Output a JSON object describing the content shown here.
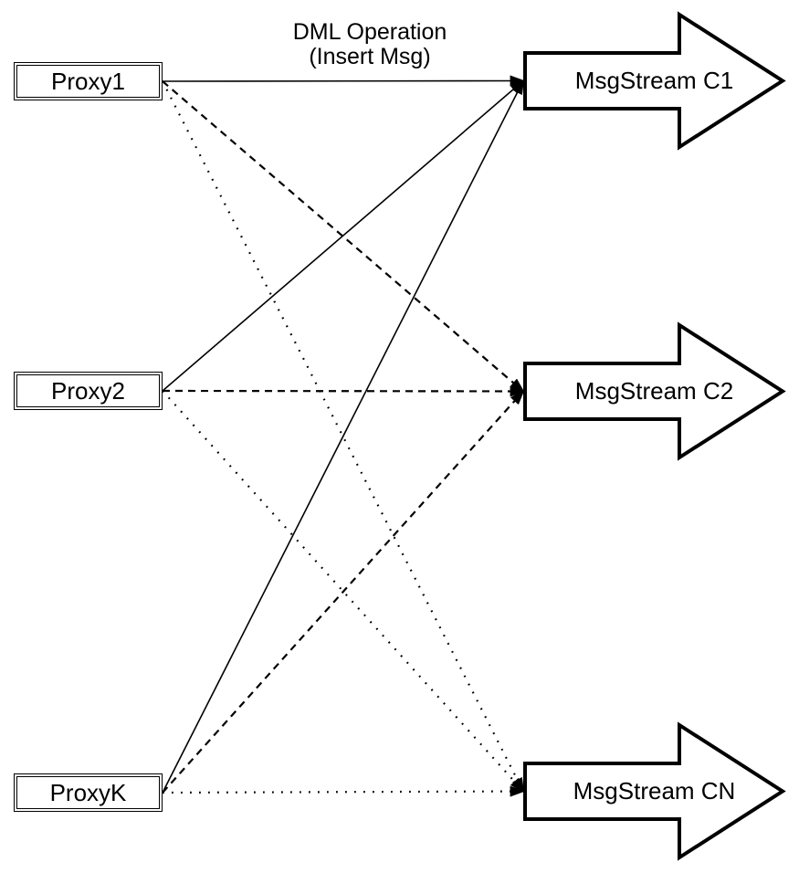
{
  "title": {
    "line1": "DML Operation",
    "line2": "(Insert Msg)"
  },
  "proxies": [
    {
      "id": "proxy1",
      "label": "Proxy1"
    },
    {
      "id": "proxy2",
      "label": "Proxy2"
    },
    {
      "id": "proxyk",
      "label": "ProxyK"
    }
  ],
  "streams": [
    {
      "id": "c1",
      "label": "MsgStream C1"
    },
    {
      "id": "c2",
      "label": "MsgStream C2"
    },
    {
      "id": "cn",
      "label": "MsgStream CN"
    }
  ],
  "connections": [
    {
      "from": "proxy1",
      "to": "c1",
      "style": "solid"
    },
    {
      "from": "proxy1",
      "to": "c2",
      "style": "dashed"
    },
    {
      "from": "proxy1",
      "to": "cn",
      "style": "dotted"
    },
    {
      "from": "proxy2",
      "to": "c1",
      "style": "solid"
    },
    {
      "from": "proxy2",
      "to": "c2",
      "style": "dashed"
    },
    {
      "from": "proxy2",
      "to": "cn",
      "style": "dotted"
    },
    {
      "from": "proxyk",
      "to": "c1",
      "style": "solid"
    },
    {
      "from": "proxyk",
      "to": "c2",
      "style": "dashed"
    },
    {
      "from": "proxyk",
      "to": "cn",
      "style": "dotted"
    }
  ],
  "colors": {
    "stroke": "#000000",
    "background": "#ffffff"
  }
}
